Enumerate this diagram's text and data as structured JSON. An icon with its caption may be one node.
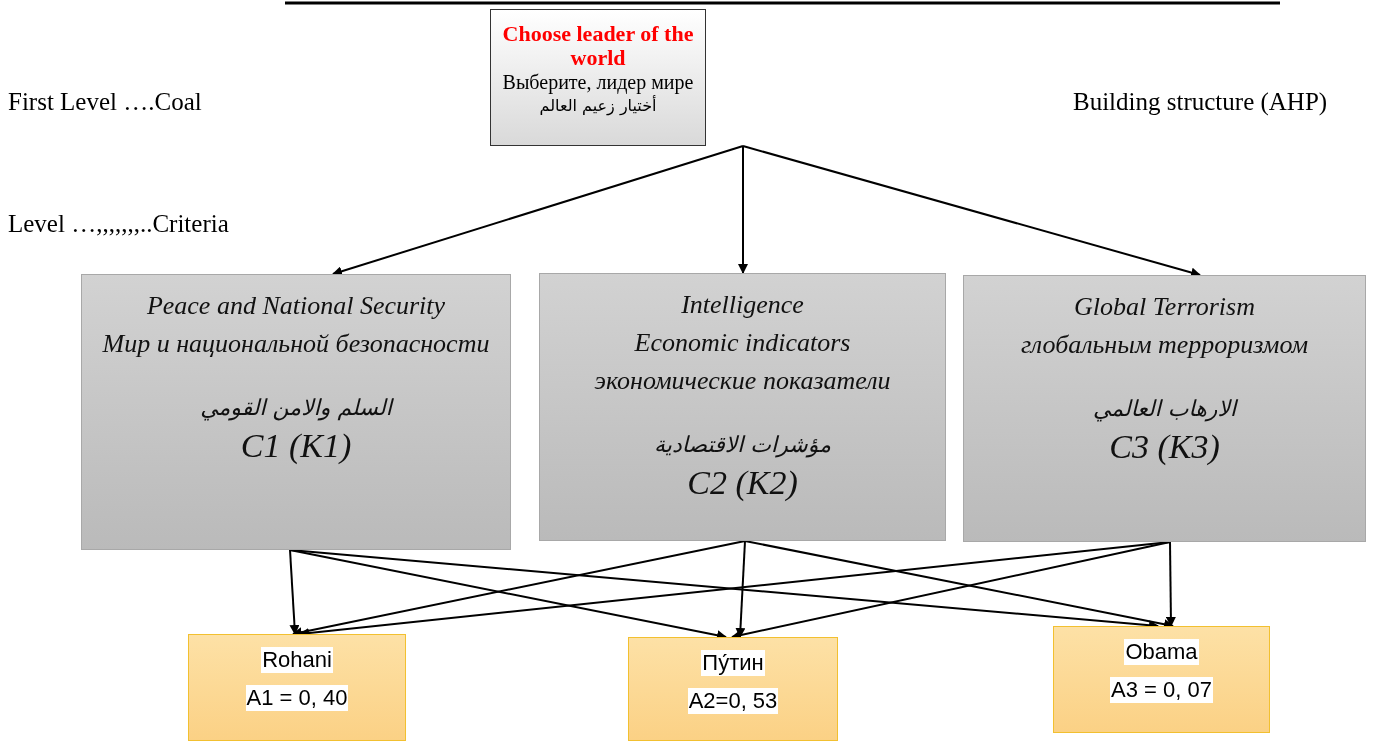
{
  "diagram": {
    "nodes": [
      {
        "text": [
          "Choose leader of the world",
          "Выберите, лидер мире",
          "أختيار زعيم العالم"
        ]
      },
      {
        "text": [
          "Peace and National Security",
          "Мир и национальной безопасности",
          "السلم والامن القومي",
          "C1 (K1)"
        ]
      },
      {
        "text": [
          "Intelligence",
          "Economic indicators",
          "экономические показатели",
          "مؤشرات الاقتصادية",
          "C2 (K2)"
        ]
      },
      {
        "text": [
          "Global Terrorism",
          "глобальным терроризмом",
          "الارهاب العالمي",
          "C3 (K3)"
        ]
      },
      {
        "text": [
          "Rohani",
          "A1 = 0, 40"
        ]
      },
      {
        "text": [
          "Пу́тин",
          "A2=0, 53"
        ]
      },
      {
        "text": [
          "Obama",
          "A3 = 0, 07"
        ]
      }
    ],
    "edges": [
      {
        "from": 0,
        "to": 1,
        "arrow": "to"
      },
      {
        "from": 0,
        "to": 2,
        "arrow": "to"
      },
      {
        "from": 0,
        "to": 3,
        "arrow": "to"
      },
      {
        "from": 1,
        "to": 4,
        "arrow": "to"
      },
      {
        "from": 1,
        "to": 5,
        "arrow": "to"
      },
      {
        "from": 1,
        "to": 6,
        "arrow": "to"
      },
      {
        "from": 2,
        "to": 4,
        "arrow": "to"
      },
      {
        "from": 2,
        "to": 5,
        "arrow": "to"
      },
      {
        "from": 2,
        "to": 6,
        "arrow": "to"
      },
      {
        "from": 3,
        "to": 4,
        "arrow": "to"
      },
      {
        "from": 3,
        "to": 5,
        "arrow": "to"
      },
      {
        "from": 3,
        "to": 6,
        "arrow": "to"
      }
    ],
    "labels": [
      "First Level ….Coal",
      "Level …,,,,,,,..Criteria",
      "Building structure (AHP)"
    ]
  }
}
